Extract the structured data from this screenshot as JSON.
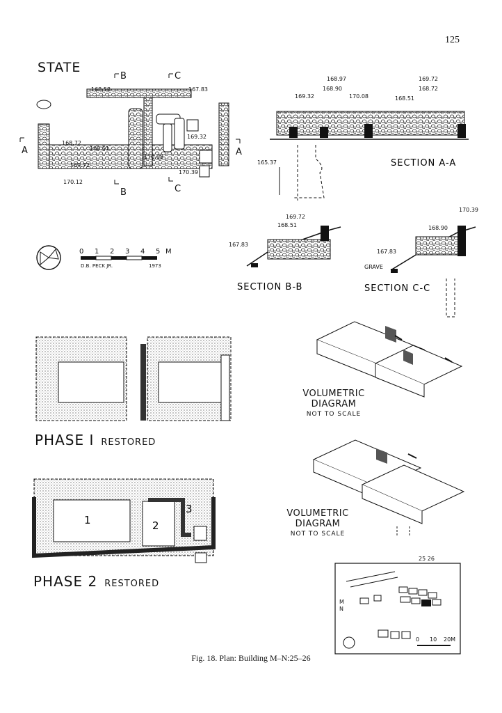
{
  "page_number": "125",
  "state": {
    "title": "STATE",
    "elevations": [
      "168.58",
      "167.83",
      "168.72",
      "168.51",
      "169.72",
      "170.08",
      "169.32",
      "170.39",
      "170.12"
    ],
    "markers": [
      "A",
      "A",
      "B",
      "B",
      "C",
      "C"
    ]
  },
  "section_aa": {
    "title": "SECTION A-A",
    "elevations": [
      "168.97",
      "169.72",
      "168.90",
      "168.72",
      "169.32",
      "170.08",
      "168.51",
      "165.37"
    ]
  },
  "section_bb": {
    "title": "SECTION B-B",
    "elevations": [
      "169.72",
      "168.51",
      "167.83"
    ]
  },
  "section_cc": {
    "title": "SECTION C-C",
    "elevations": [
      "170.39",
      "168.90",
      "167.83"
    ],
    "grave_label": "GRAVE"
  },
  "scale_bar": {
    "ticks": [
      "0",
      "1",
      "2",
      "3",
      "4",
      "5"
    ],
    "unit": "M",
    "author": "D.B. PECK JR.",
    "year": "1973"
  },
  "phase1": {
    "title": "PHASE I",
    "subtitle": "RESTORED"
  },
  "phase2": {
    "title": "PHASE 2",
    "subtitle": "RESTORED",
    "rooms": [
      "1",
      "2",
      "3"
    ]
  },
  "volumetric1": {
    "title": "VOLUMETRIC",
    "title2": "DIAGRAM",
    "note": "NOT TO SCALE"
  },
  "volumetric2": {
    "title": "VOLUMETRIC",
    "title2": "DIAGRAM",
    "note": "NOT TO SCALE"
  },
  "key_plan": {
    "top_label": "25 26",
    "side_label_1": "M",
    "side_label_2": "N",
    "scale_ticks": [
      "0",
      "10",
      "20M"
    ]
  },
  "caption": "Fig. 18. Plan: Building M–N:25–26"
}
